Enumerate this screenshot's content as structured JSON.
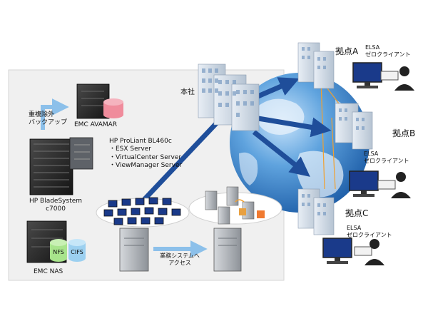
{
  "hq": {
    "label": "本社"
  },
  "sites": [
    {
      "id": "a",
      "label": "拠点A",
      "client_line1": "ELSA",
      "client_line2": "ゼロクライアント"
    },
    {
      "id": "b",
      "label": "拠点B",
      "client_line1": "ELSA",
      "client_line2": "ゼロクライアント"
    },
    {
      "id": "c",
      "label": "拠点C",
      "client_line1": "ELSA",
      "client_line2": "ゼロクライアント"
    }
  ],
  "datacenter": {
    "dedup_line1": "重複除外",
    "dedup_line2": "バックアップ",
    "avamar_label": "EMC AVAMAR",
    "proliant_title": "HP ProLiant BL460c",
    "proliant_items": [
      "・ESX Server",
      "・VirtualCenter Server",
      "・ViewManager Server"
    ],
    "blade_line1": "HP BladeSystem",
    "blade_line2": "c7000",
    "nas_label": "EMC NAS",
    "nfs_label": "NFS",
    "cifs_label": "CIFS",
    "access_line1": "業務システムへ",
    "access_line2": "アクセス"
  },
  "colors": {
    "panel": "#f0f0f0",
    "arrow_dark": "#1f4e9a",
    "arrow_light": "#8cc0ea",
    "globe": "#3f88cf",
    "link_orange": "#f0a030",
    "nas_green": "#a8e48c",
    "nas_blue": "#9cd0f0",
    "avamar_pink": "#f08c9c"
  }
}
